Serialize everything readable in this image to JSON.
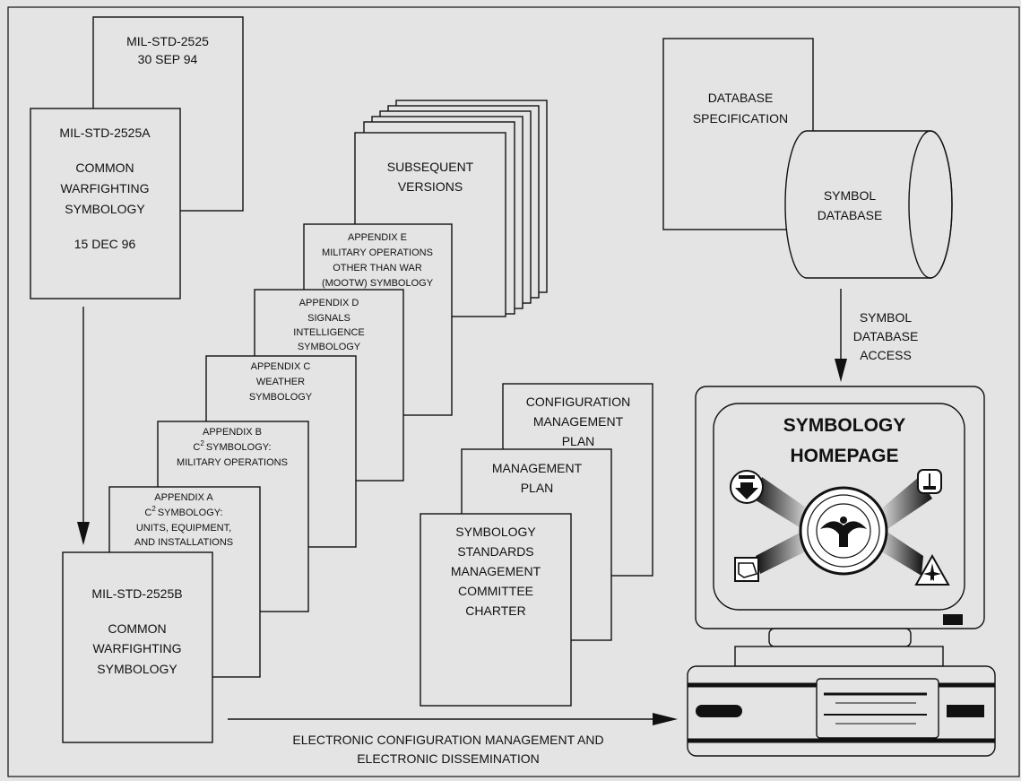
{
  "std_2525": {
    "line1": "MIL-STD-2525",
    "line2": "30 SEP 94"
  },
  "std_2525a": {
    "line1": "MIL-STD-2525A",
    "line2": "COMMON",
    "line3": "WARFIGHTING",
    "line4": "SYMBOLOGY",
    "line5": "15 DEC 96"
  },
  "std_2525b": {
    "line1": "MIL-STD-2525B",
    "line2": "COMMON",
    "line3": "WARFIGHTING",
    "line4": "SYMBOLOGY"
  },
  "subsequent": {
    "line1": "SUBSEQUENT",
    "line2": "VERSIONS"
  },
  "appendix_e": {
    "line1": "APPENDIX E",
    "line2": "MILITARY OPERATIONS",
    "line3": "OTHER THAN WAR",
    "line4": "(MOOTW) SYMBOLOGY"
  },
  "appendix_d": {
    "line1": "APPENDIX D",
    "line2": "SIGNALS",
    "line3": "INTELLIGENCE",
    "line4": "SYMBOLOGY"
  },
  "appendix_c": {
    "line1": "APPENDIX C",
    "line2": "WEATHER",
    "line3": "SYMBOLOGY"
  },
  "appendix_b": {
    "line1": "APPENDIX B",
    "line2_prefix": "C",
    "line2_sup": "2",
    "line2_suffix": "SYMBOLOGY:",
    "line3": "MILITARY OPERATIONS"
  },
  "appendix_a": {
    "line1": "APPENDIX A",
    "line2_prefix": "C",
    "line2_sup": "2",
    "line2_suffix": "SYMBOLOGY:",
    "line3": "UNITS, EQUIPMENT,",
    "line4": "AND INSTALLATIONS"
  },
  "config_plan": {
    "line1": "CONFIGURATION",
    "line2": "MANAGEMENT",
    "line3": "PLAN"
  },
  "mgmt_plan": {
    "line1": "MANAGEMENT",
    "line2": "PLAN"
  },
  "charter": {
    "line1": "SYMBOLOGY",
    "line2": "STANDARDS",
    "line3": "MANAGEMENT",
    "line4": "COMMITTEE",
    "line5": "CHARTER"
  },
  "db_spec": {
    "line1": "DATABASE",
    "line2": "SPECIFICATION"
  },
  "symbol_db": {
    "line1": "SYMBOL",
    "line2": "DATABASE"
  },
  "db_access": {
    "line1": "SYMBOL",
    "line2": "DATABASE",
    "line3": "ACCESS"
  },
  "homepage": {
    "line1": "SYMBOLOGY",
    "line2": "HOMEPAGE"
  },
  "dissemination": {
    "line1": "ELECTRONIC CONFIGURATION MANAGEMENT AND",
    "line2": "ELECTRONIC DISSEMINATION"
  }
}
